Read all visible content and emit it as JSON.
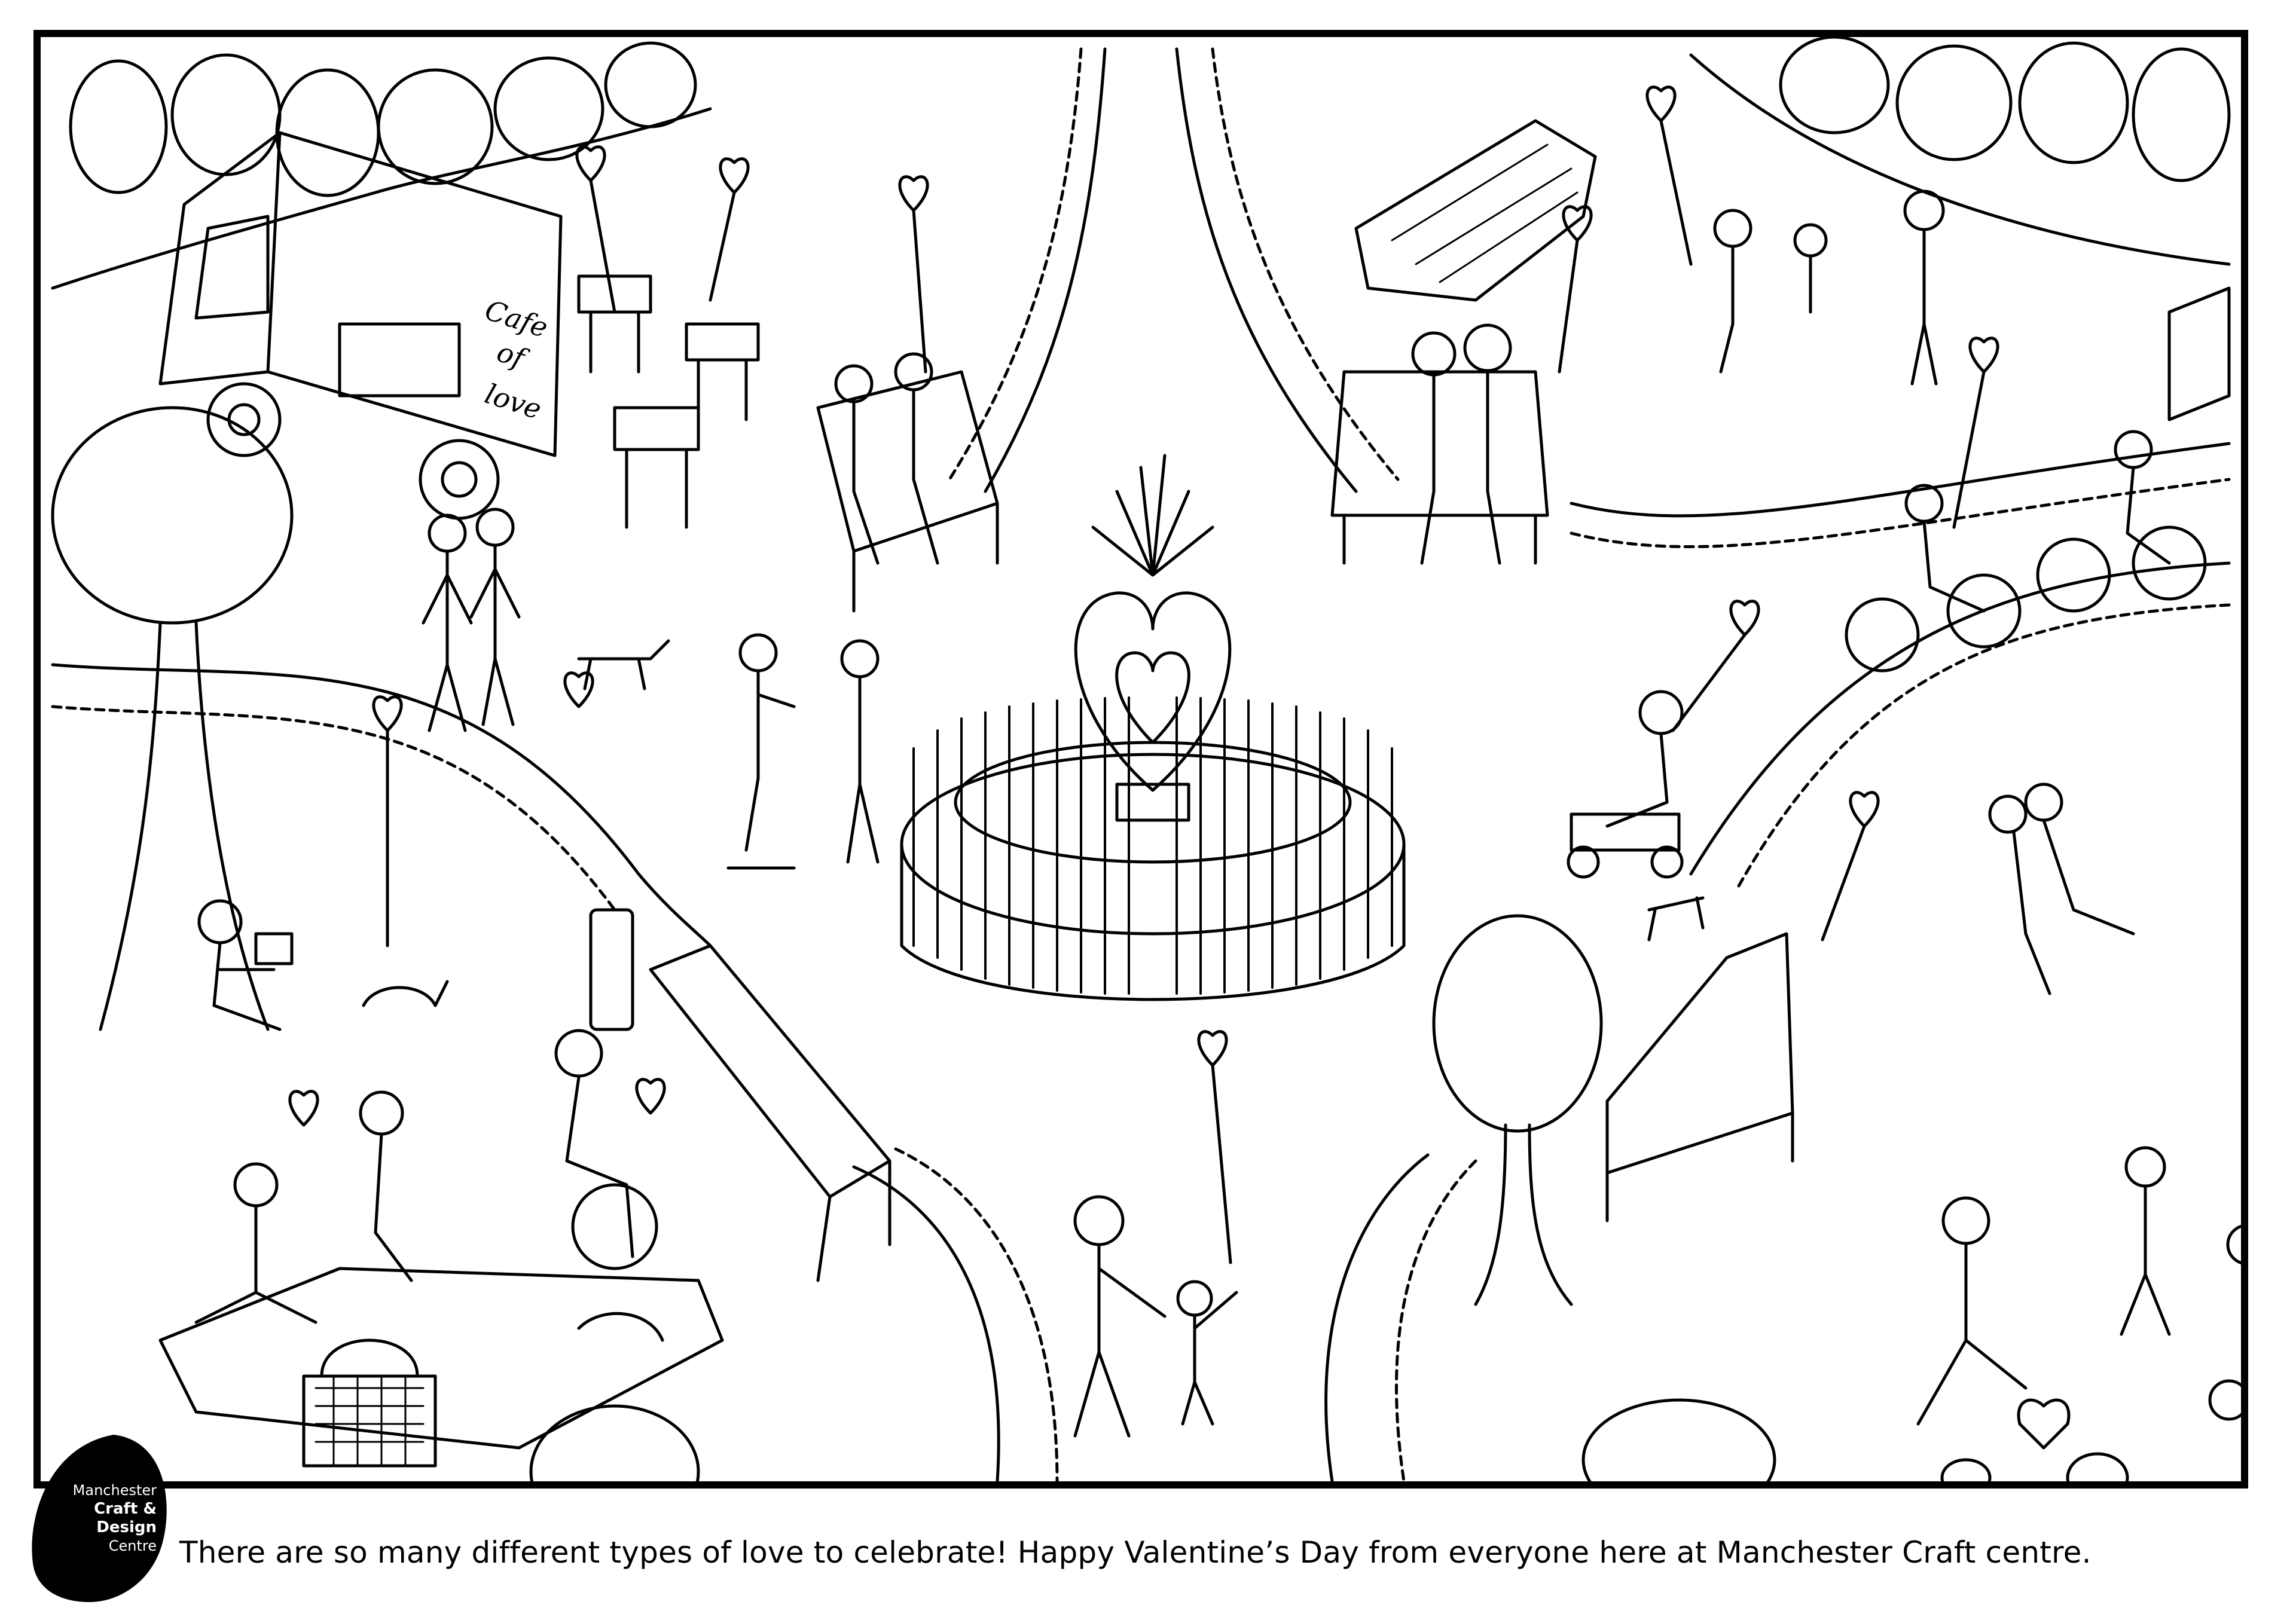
{
  "logo": {
    "line1": "Manchester",
    "line2": "Craft & Design",
    "line3": "Centre"
  },
  "caption": "There are so many different types of love to celebrate! Happy Valentine’s Day from everyone here at Manchester Craft centre.",
  "truck_sign": {
    "line1": "Cafe",
    "line2": "of",
    "line3": "love"
  },
  "colors": {
    "ink": "#000000",
    "paper": "#ffffff"
  }
}
